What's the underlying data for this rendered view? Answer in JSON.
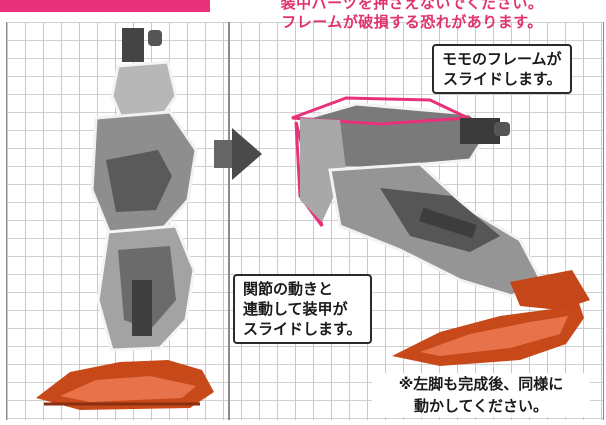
{
  "header": {
    "caution_line1": "装中パーツを押さえないでください。",
    "caution_line2": "フレームが破損する恐れがあります。",
    "accent_color": "#e8317a"
  },
  "callouts": {
    "thigh_frame": [
      "モモのフレームが",
      "スライドします。"
    ],
    "armor_slide": [
      "関節の動きと",
      "連動して装甲が",
      "スライドします。"
    ]
  },
  "note": [
    "※左脚も完成後、同様に",
    "動かしてください。"
  ],
  "icons": {
    "arrow": "right-arrow-icon"
  }
}
